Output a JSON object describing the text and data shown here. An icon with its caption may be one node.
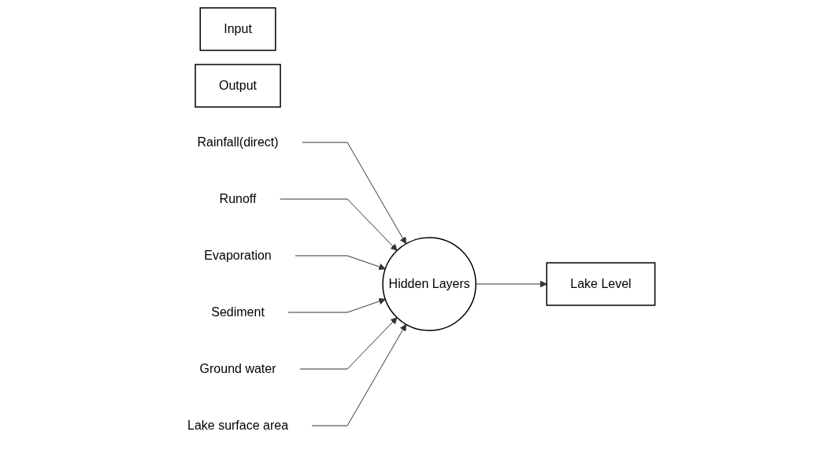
{
  "diagram": {
    "nodes": [
      {
        "text": [
          "Input"
        ]
      },
      {
        "text": [
          "Output"
        ]
      },
      {
        "text": [
          "Rainfall(direct)"
        ]
      },
      {
        "text": [
          "Runoff"
        ]
      },
      {
        "text": [
          "Evaporation"
        ]
      },
      {
        "text": [
          "Sediment"
        ]
      },
      {
        "text": [
          "Ground water"
        ]
      },
      {
        "text": [
          "Lake surface area"
        ]
      },
      {
        "text": [
          "Hidden Layers"
        ]
      },
      {
        "text": [
          "Lake Level"
        ]
      }
    ],
    "edges": [
      {
        "from": 2,
        "to": 8,
        "arrow": "to"
      },
      {
        "from": 3,
        "to": 8,
        "arrow": "to"
      },
      {
        "from": 4,
        "to": 8,
        "arrow": "to"
      },
      {
        "from": 5,
        "to": 8,
        "arrow": "to"
      },
      {
        "from": 6,
        "to": 8,
        "arrow": "to"
      },
      {
        "from": 7,
        "to": 8,
        "arrow": "to"
      },
      {
        "from": 8,
        "to": 9,
        "arrow": "to"
      }
    ]
  }
}
